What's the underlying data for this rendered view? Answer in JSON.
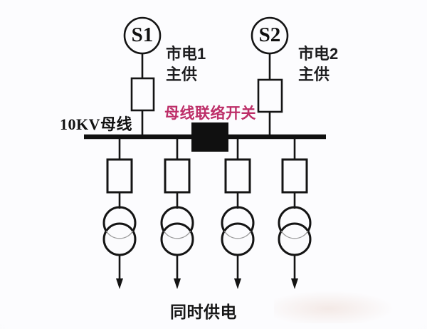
{
  "canvas": {
    "background": "#fcfcfe"
  },
  "diagram": {
    "sources": [
      {
        "id": "S1",
        "desc": [
          "市电1",
          "主供"
        ]
      },
      {
        "id": "S2",
        "desc": [
          "市电2",
          "主供"
        ]
      }
    ],
    "bus_label": "10KV母线",
    "tie_switch_label": "母线联络开关",
    "caption": "同时供电",
    "feeder_count": 4,
    "colors": {
      "line": "#141414",
      "bus": "#101010",
      "tie_switch_fill": "#101010",
      "tie_label": "#bd2e68",
      "text": "#1d1d1f"
    }
  }
}
